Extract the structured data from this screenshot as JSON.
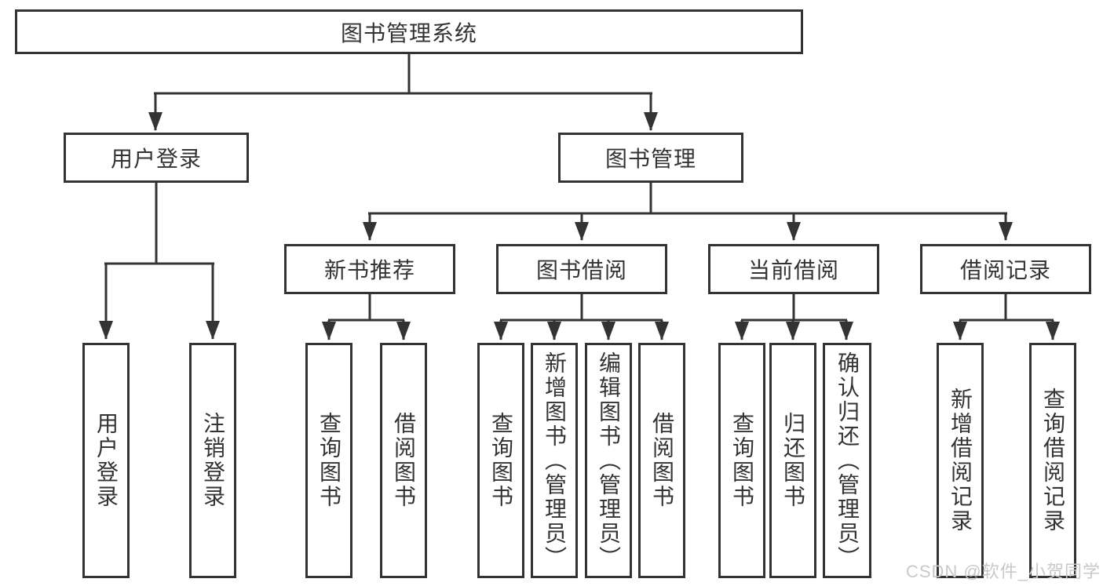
{
  "diagram_title": "图书管理系统",
  "tree": {
    "label": "图书管理系统",
    "children": [
      {
        "label": "用户登录",
        "children": [
          {
            "label": "用户登录"
          },
          {
            "label": "注销登录"
          }
        ]
      },
      {
        "label": "图书管理",
        "children": [
          {
            "label": "新书推荐",
            "children": [
              {
                "label": "查询图书"
              },
              {
                "label": "借阅图书"
              }
            ]
          },
          {
            "label": "图书借阅",
            "children": [
              {
                "label": "查询图书"
              },
              {
                "label": "新增图书（管理员）"
              },
              {
                "label": "编辑图书（管理员）"
              },
              {
                "label": "借阅图书"
              }
            ]
          },
          {
            "label": "当前借阅",
            "children": [
              {
                "label": "查询图书"
              },
              {
                "label": "归还图书"
              },
              {
                "label": "确认归还（管理员）"
              }
            ]
          },
          {
            "label": "借阅记录",
            "children": [
              {
                "label": "新增借阅记录"
              },
              {
                "label": "查询借阅记录"
              }
            ]
          }
        ]
      }
    ]
  },
  "watermark": "CSDN @软件_小贺同学",
  "colors": {
    "line": "#333333",
    "box_border": "#333333",
    "text": "#333333",
    "background": "#ffffff",
    "watermark": "#c9c9c9"
  }
}
